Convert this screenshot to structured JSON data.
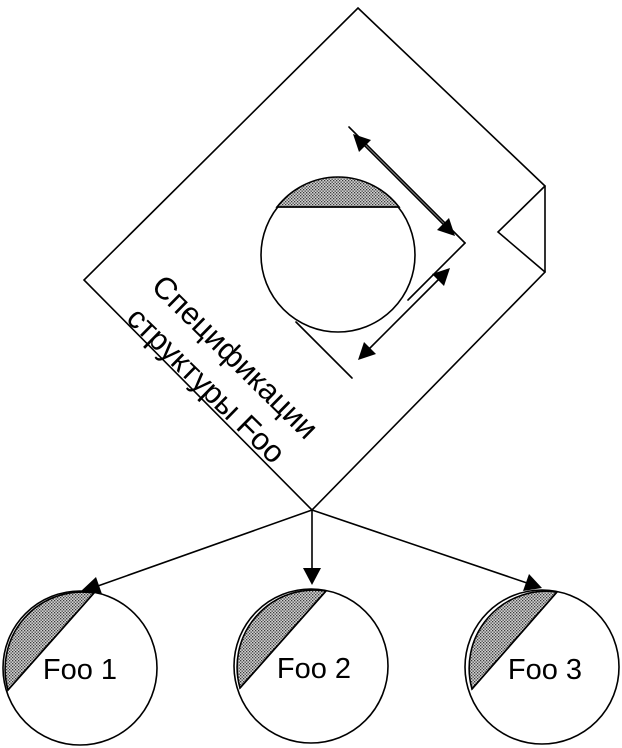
{
  "spec_sheet": {
    "text_line1": "Спецификации",
    "text_line2": "структуры Foo"
  },
  "instances": [
    {
      "label": "Foo 1"
    },
    {
      "label": "Foo 2"
    },
    {
      "label": "Foo 3"
    }
  ],
  "colors": {
    "ink": "#000000",
    "background": "#ffffff",
    "hatch_fill": "#9a9a9a"
  }
}
